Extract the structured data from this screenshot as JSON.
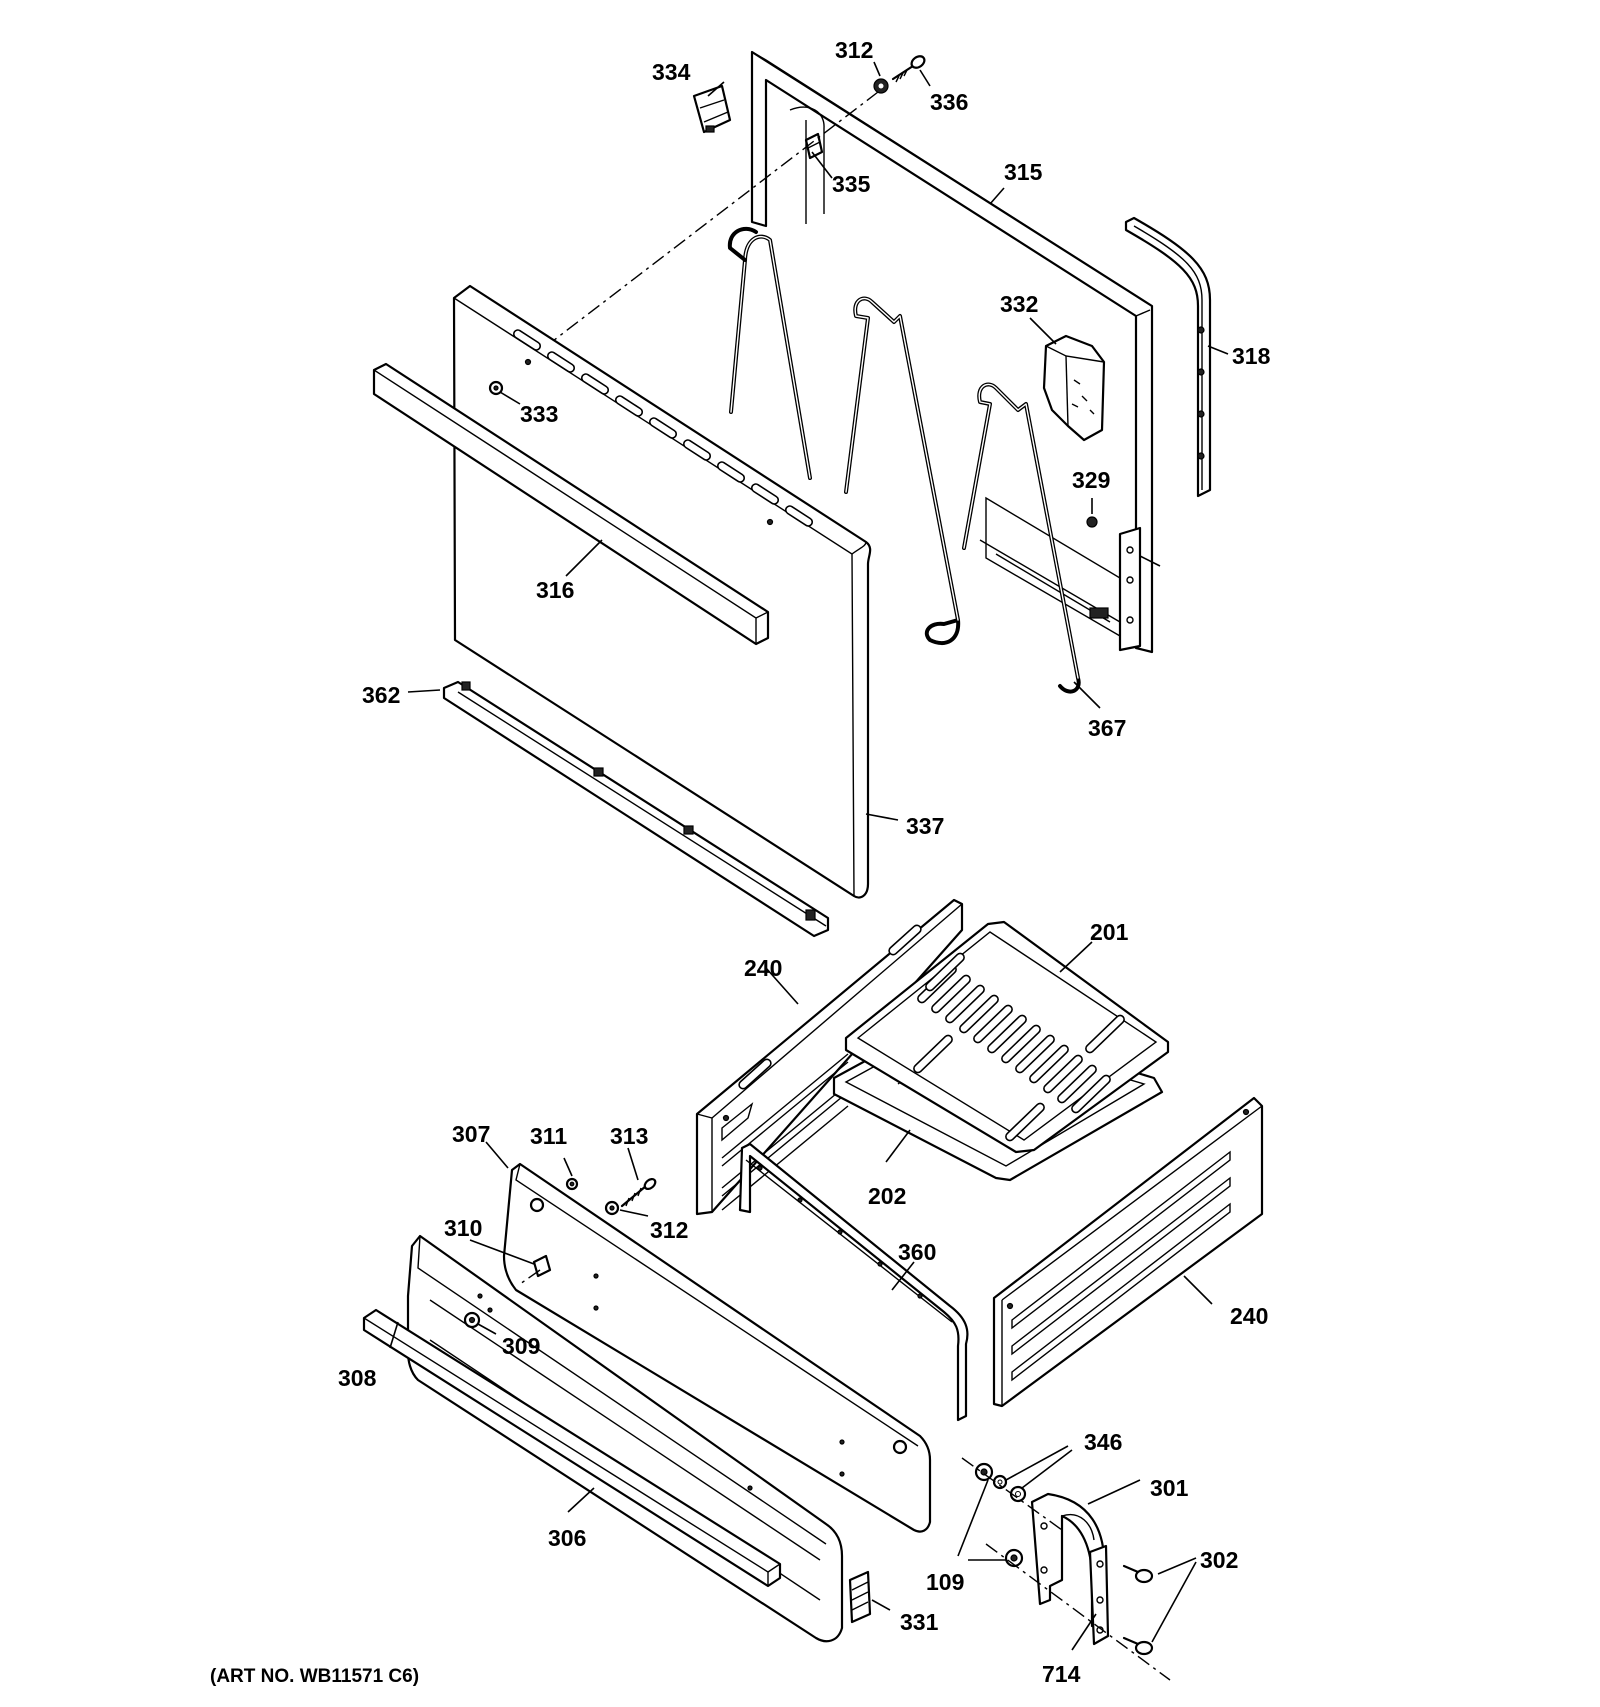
{
  "figure": {
    "callouts": [
      {
        "id": "c312a",
        "label": "312"
      },
      {
        "id": "c334",
        "label": "334"
      },
      {
        "id": "c336",
        "label": "336"
      },
      {
        "id": "c335",
        "label": "335"
      },
      {
        "id": "c315",
        "label": "315"
      },
      {
        "id": "c332",
        "label": "332"
      },
      {
        "id": "c318",
        "label": "318"
      },
      {
        "id": "c333",
        "label": "333"
      },
      {
        "id": "c329",
        "label": "329"
      },
      {
        "id": "c316",
        "label": "316"
      },
      {
        "id": "c362",
        "label": "362"
      },
      {
        "id": "c367",
        "label": "367"
      },
      {
        "id": "c337",
        "label": "337"
      },
      {
        "id": "c201",
        "label": "201"
      },
      {
        "id": "c240a",
        "label": "240"
      },
      {
        "id": "c307",
        "label": "307"
      },
      {
        "id": "c311",
        "label": "311"
      },
      {
        "id": "c313",
        "label": "313"
      },
      {
        "id": "c202",
        "label": "202"
      },
      {
        "id": "c312b",
        "label": "312"
      },
      {
        "id": "c310",
        "label": "310"
      },
      {
        "id": "c360",
        "label": "360"
      },
      {
        "id": "c240b",
        "label": "240"
      },
      {
        "id": "c309",
        "label": "309"
      },
      {
        "id": "c308",
        "label": "308"
      },
      {
        "id": "c346",
        "label": "346"
      },
      {
        "id": "c301",
        "label": "301"
      },
      {
        "id": "c306",
        "label": "306"
      },
      {
        "id": "c109",
        "label": "109"
      },
      {
        "id": "c302",
        "label": "302"
      },
      {
        "id": "c331",
        "label": "331"
      },
      {
        "id": "c714",
        "label": "714"
      }
    ],
    "art_number": "(ART NO. WB11571 C6)"
  }
}
